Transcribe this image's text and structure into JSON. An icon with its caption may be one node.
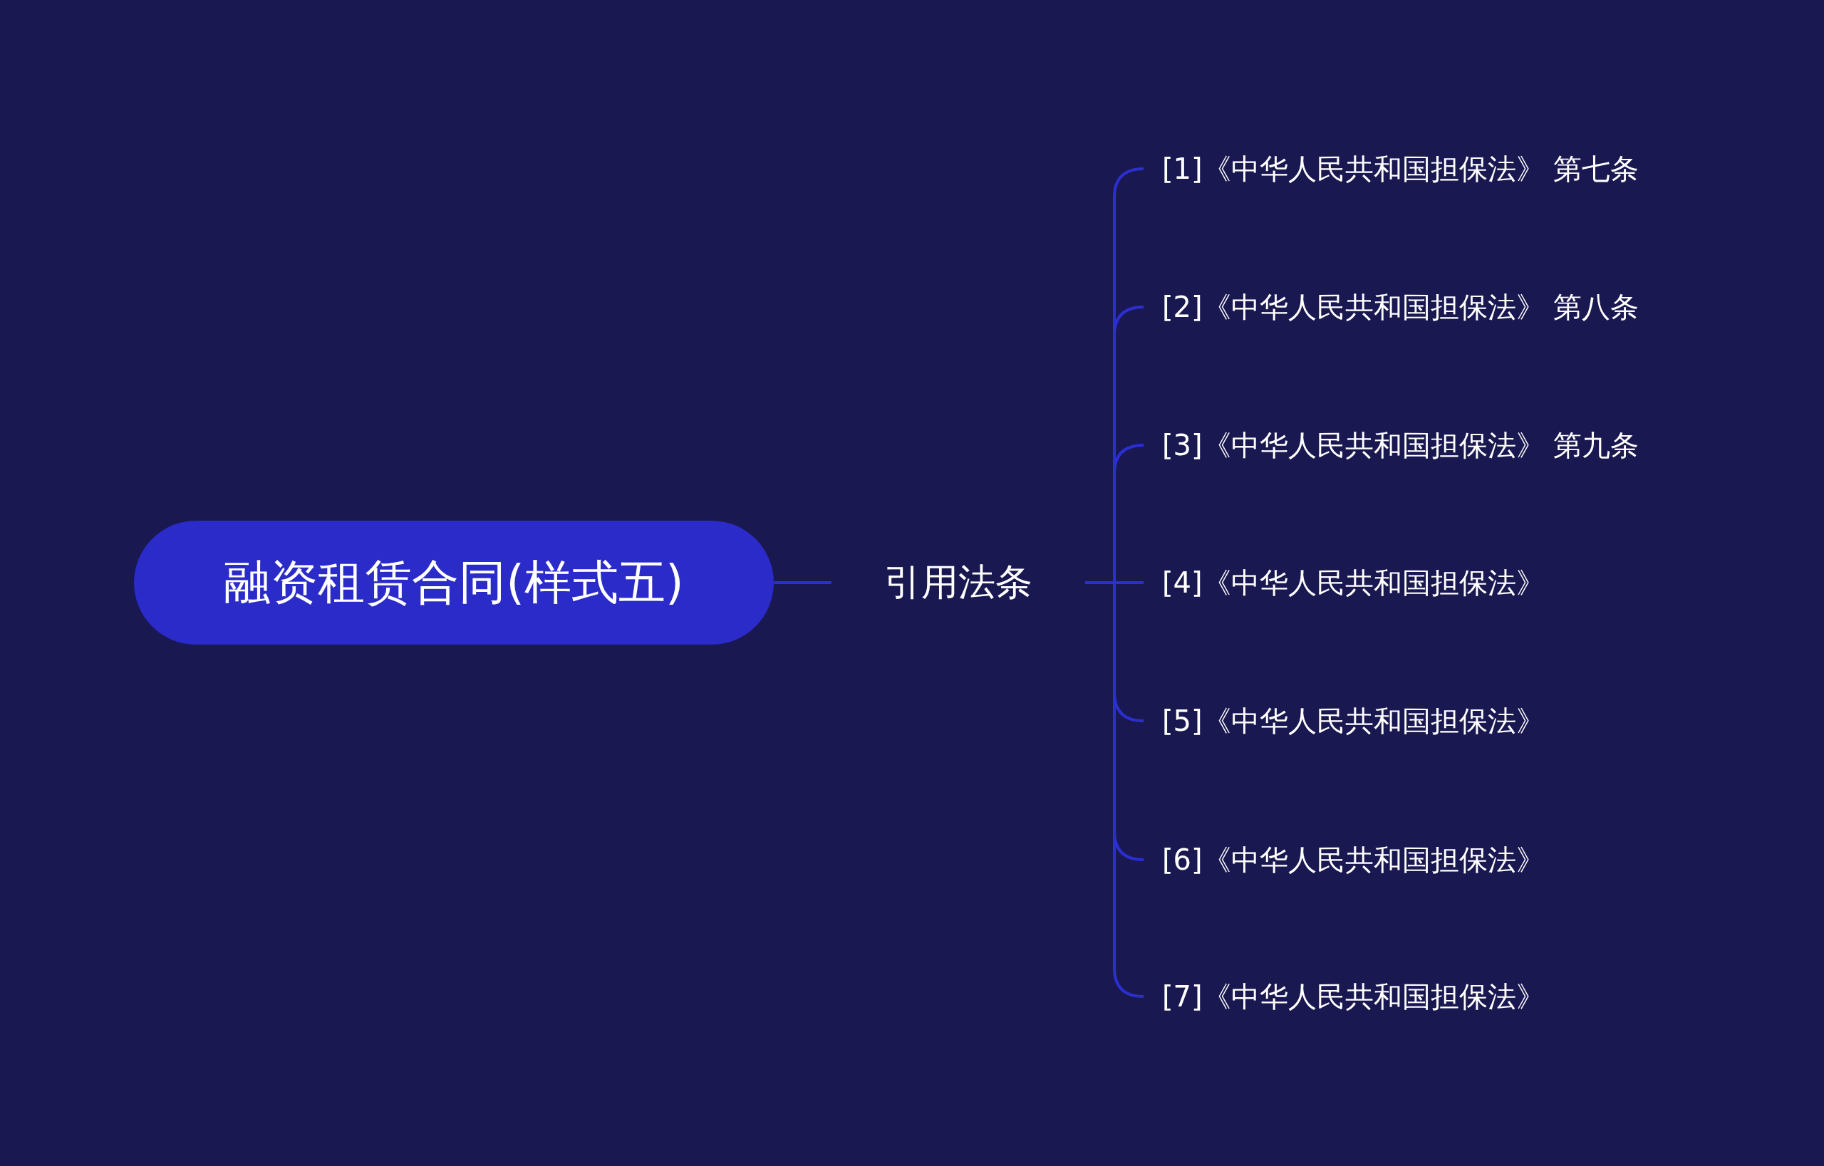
{
  "diagram": {
    "nodes": [
      {
        "text": [
          "融资租赁合同(样式五)"
        ]
      },
      {
        "text": [
          "引用法条"
        ]
      },
      {
        "text": [
          "[1]《中华人民共和国担保法》 第七条"
        ]
      },
      {
        "text": [
          "[2]《中华人民共和国担保法》 第八条"
        ]
      },
      {
        "text": [
          "[3]《中华人民共和国担保法》 第九条"
        ]
      },
      {
        "text": [
          "[4]《中华人民共和国担保法》"
        ]
      },
      {
        "text": [
          "[5]《中华人民共和国担保法》"
        ]
      },
      {
        "text": [
          "[6]《中华人民共和国担保法》"
        ]
      },
      {
        "text": [
          "[7]《中华人民共和国担保法》"
        ]
      }
    ],
    "edges": [
      {
        "from": 0,
        "to": 1,
        "arrow": "none"
      },
      {
        "from": 1,
        "to": 2,
        "arrow": "none"
      },
      {
        "from": 1,
        "to": 3,
        "arrow": "none"
      },
      {
        "from": 1,
        "to": 4,
        "arrow": "none"
      },
      {
        "from": 1,
        "to": 5,
        "arrow": "none"
      },
      {
        "from": 1,
        "to": 6,
        "arrow": "none"
      },
      {
        "from": 1,
        "to": 7,
        "arrow": "none"
      },
      {
        "from": 1,
        "to": 8,
        "arrow": "none"
      }
    ]
  }
}
